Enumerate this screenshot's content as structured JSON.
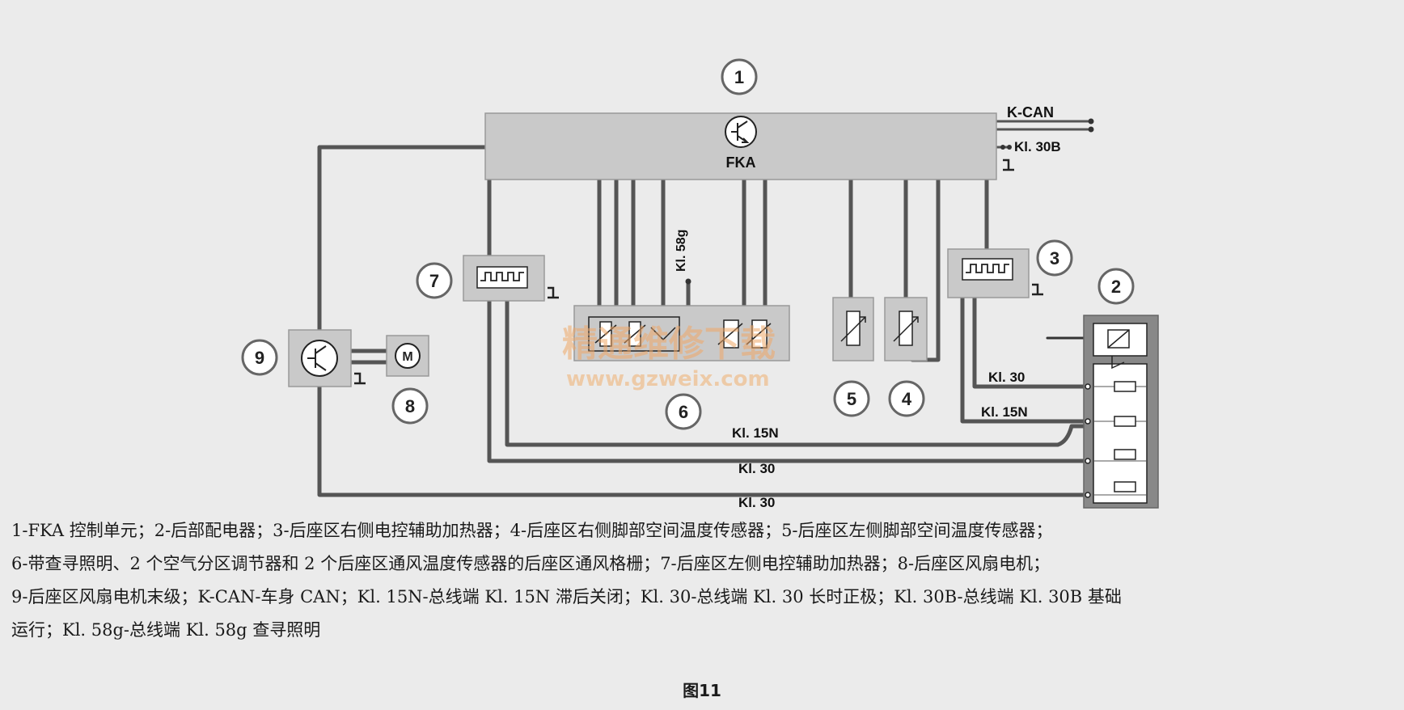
{
  "components": {
    "fka": {
      "number": "1",
      "label": "FKA"
    },
    "rear_relay": {
      "number": "2"
    },
    "right_heater": {
      "number": "3"
    },
    "right_footwell_sensor": {
      "number": "4"
    },
    "left_footwell_sensor": {
      "number": "5"
    },
    "vent_grille": {
      "number": "6"
    },
    "left_heater": {
      "number": "7"
    },
    "fan_motor": {
      "number": "8"
    },
    "fan_output_stage": {
      "number": "9"
    }
  },
  "terminals": {
    "k_can": "K-CAN",
    "kl30b": "Kl. 30B",
    "kl58g": "Kl. 58g",
    "kl30_relay": "Kl. 30",
    "kl15n_relay": "Kl. 15N",
    "kl15n_bus": "Kl. 15N",
    "kl30_bus_1": "Kl. 30",
    "kl30_bus_2": "Kl. 30"
  },
  "watermark": {
    "cn": "精通维修下载",
    "url": "www.gzweix.com"
  },
  "caption": {
    "line1": "1-FKA 控制单元；2-后部配电器；3-后座区右侧电控辅助加热器；4-后座区右侧脚部空间温度传感器；5-后座区左侧脚部空间温度传感器；",
    "line2": "6-带查寻照明、2 个空气分区调节器和 2 个后座区通风温度传感器的后座区通风格栅；7-后座区左侧电控辅助加热器；8-后座区风扇电机；",
    "line3": "9-后座区风扇电机末级；K-CAN-车身 CAN；Kl. 15N-总线端 Kl. 15N 滞后关闭；Kl. 30-总线端 Kl. 30 长时正极；Kl. 30B-总线端 Kl. 30B 基础",
    "line4": "运行；Kl. 58g-总线端 Kl. 58g 查寻照明"
  },
  "figure_label": "图11"
}
